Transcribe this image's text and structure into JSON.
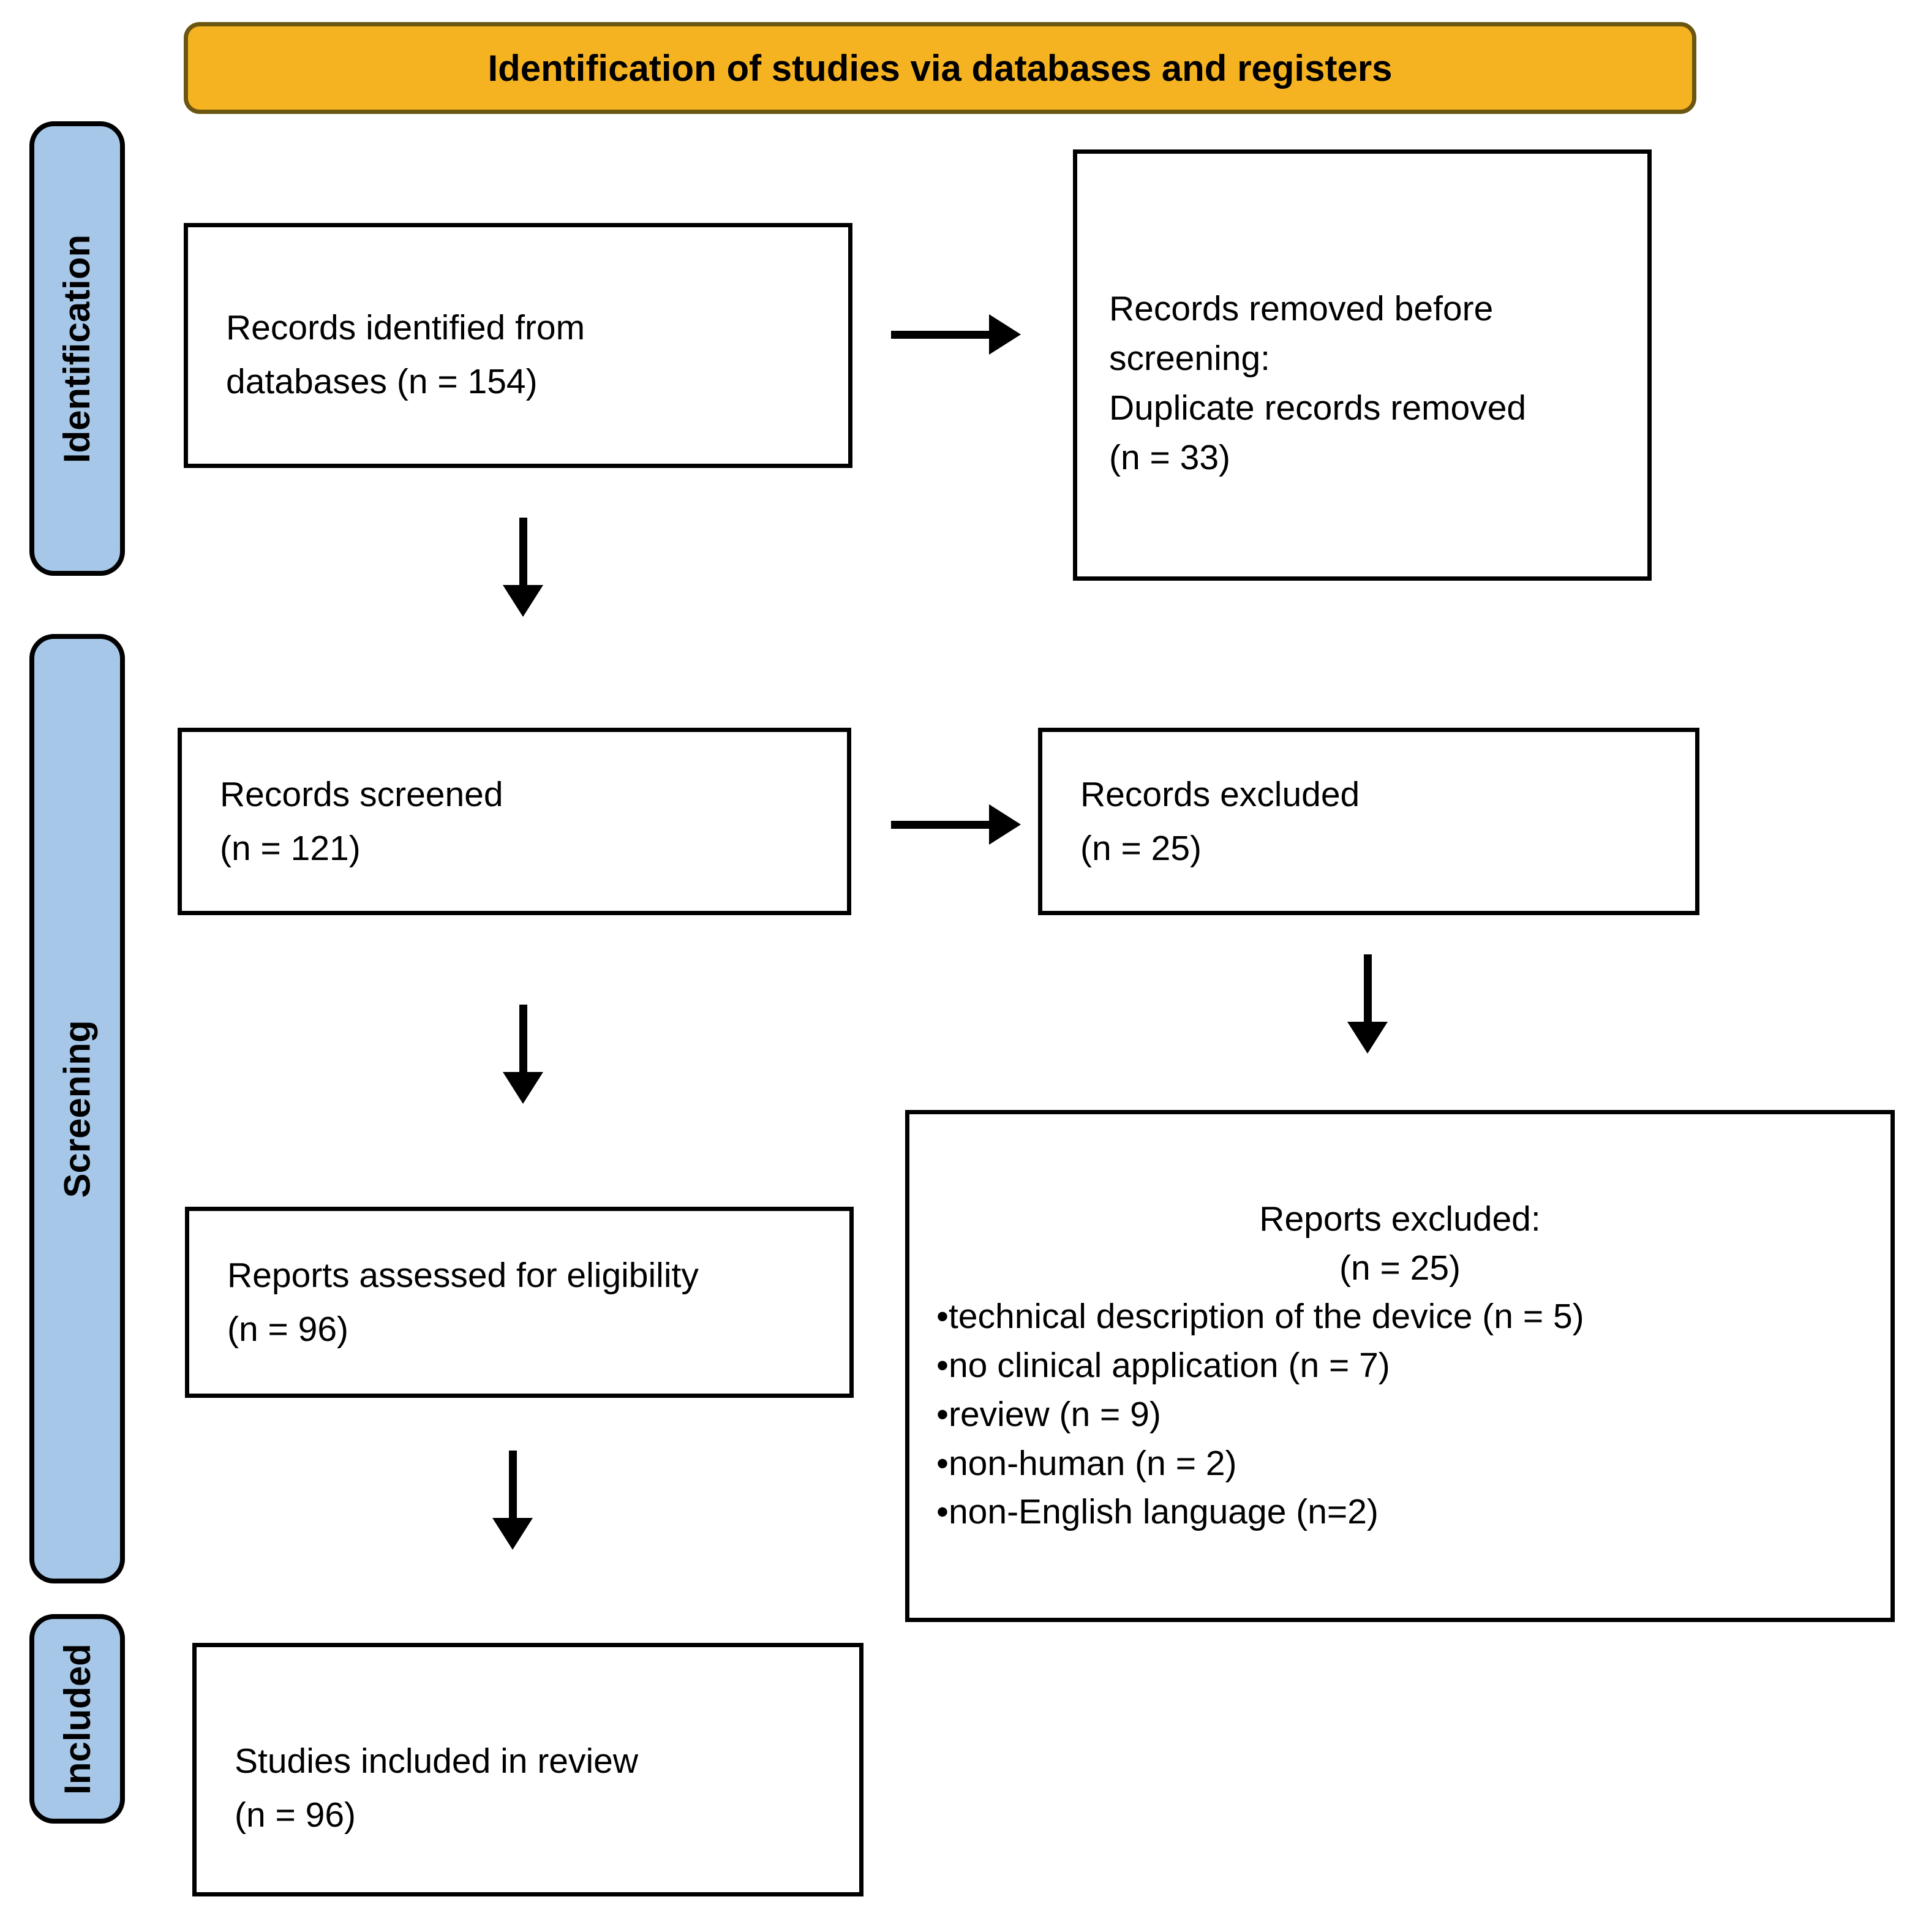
{
  "banner": {
    "title": "Identification of studies via databases and registers"
  },
  "stages": {
    "identification": "Identification",
    "screening": "Screening",
    "included": "Included"
  },
  "boxes": {
    "records_identified": {
      "lines": [
        "Records identified from",
        "databases (n = 154)"
      ]
    },
    "records_removed": {
      "lines": [
        "Records removed before",
        "screening:",
        "Duplicate records removed",
        "(n = 33)"
      ]
    },
    "records_screened": {
      "lines": [
        "Records screened",
        "(n = 121)"
      ]
    },
    "records_excluded": {
      "lines": [
        "Records excluded",
        "(n = 25)"
      ]
    },
    "reports_assessed": {
      "lines": [
        "Reports assessed for eligibility",
        "(n = 96)"
      ]
    },
    "reports_excluded": {
      "header_lines": [
        "Reports excluded:",
        "(n = 25)"
      ],
      "bullet_glyph": "•",
      "bullets": [
        "technical description of the device (n = 5)",
        "no clinical application (n = 7)",
        "review (n = 9)",
        "non-human (n = 2)",
        "non-English language (n=2)"
      ]
    },
    "studies_included": {
      "lines": [
        "Studies included in review",
        "(n = 96)"
      ]
    }
  },
  "colors": {
    "banner_bg": "#F6B321",
    "banner_border": "#6B5611",
    "stage_bg": "#A7C7E8",
    "ink": "#000000"
  }
}
